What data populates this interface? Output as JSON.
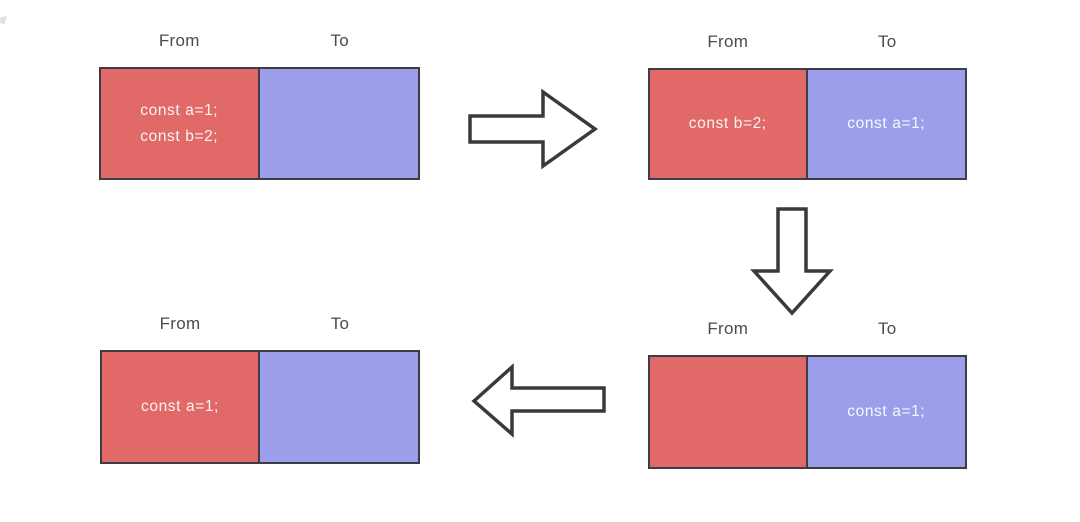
{
  "diagram": {
    "description_labels": {
      "from": "From",
      "to": "To"
    },
    "colors": {
      "from_fill": "#e16968",
      "to_fill": "#9c9eea",
      "box_border": "#3c3c46",
      "label_text": "#4b4b4b",
      "code_text": "#ffffff",
      "arrow_stroke": "#3a3a3a",
      "arrow_fill": "#ffffff",
      "background": "#ffffff"
    },
    "panels": {
      "top_left": {
        "from_label": "From",
        "to_label": "To",
        "from_lines": [
          "const a=1;",
          "const b=2;"
        ],
        "to_lines": []
      },
      "top_right": {
        "from_label": "From",
        "to_label": "To",
        "from_lines": [
          "const b=2;"
        ],
        "to_lines": [
          "const a=1;"
        ]
      },
      "bottom_right": {
        "from_label": "From",
        "to_label": "To",
        "from_lines": [],
        "to_lines": [
          "const a=1;"
        ]
      },
      "bottom_left": {
        "from_label": "From",
        "to_label": "To",
        "from_lines": [
          "const a=1;"
        ],
        "to_lines": []
      }
    },
    "arrows": {
      "top": {
        "direction": "right",
        "connects": "top_left to top_right"
      },
      "right": {
        "direction": "down",
        "connects": "top_right to bottom_right"
      },
      "bottom": {
        "direction": "left",
        "connects": "bottom_right to bottom_left"
      }
    }
  }
}
